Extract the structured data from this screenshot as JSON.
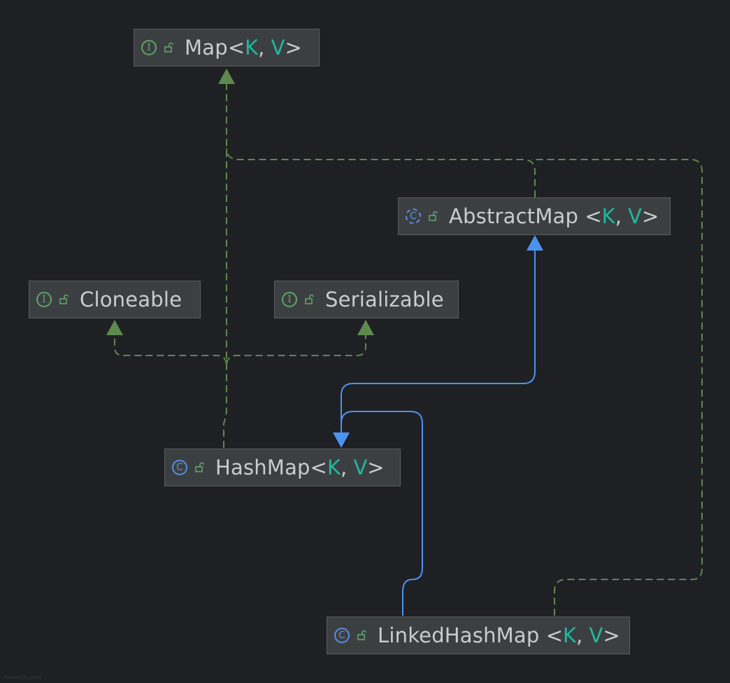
{
  "colors": {
    "background": "#1f2024",
    "node_fill": "#3c3f41",
    "implements_edge": "#5d8a4e",
    "extends_edge": "#4c93f0",
    "type_param": "#20b7a0"
  },
  "nodes": {
    "map": {
      "kind_glyph": "I",
      "name": "Map",
      "lt": "<",
      "k": "K",
      "comma": ", ",
      "v": "V",
      "gt": ">"
    },
    "abstract_map": {
      "kind_glyph": "C",
      "name": "AbstractMap",
      "lt": " <",
      "k": "K",
      "comma": ", ",
      "v": "V",
      "gt": ">"
    },
    "cloneable": {
      "kind_glyph": "I",
      "name": "Cloneable"
    },
    "serializable": {
      "kind_glyph": "I",
      "name": "Serializable"
    },
    "hash_map": {
      "kind_glyph": "C",
      "name": "HashMap",
      "lt": "<",
      "k": "K",
      "comma": ", ",
      "v": "V",
      "gt": ">"
    },
    "linked_hash_map": {
      "kind_glyph": "C",
      "name": "LinkedHashMap",
      "lt": " <",
      "k": "K",
      "comma": ", ",
      "v": "V",
      "gt": ">"
    }
  },
  "watermark": "Powered by yFiles"
}
